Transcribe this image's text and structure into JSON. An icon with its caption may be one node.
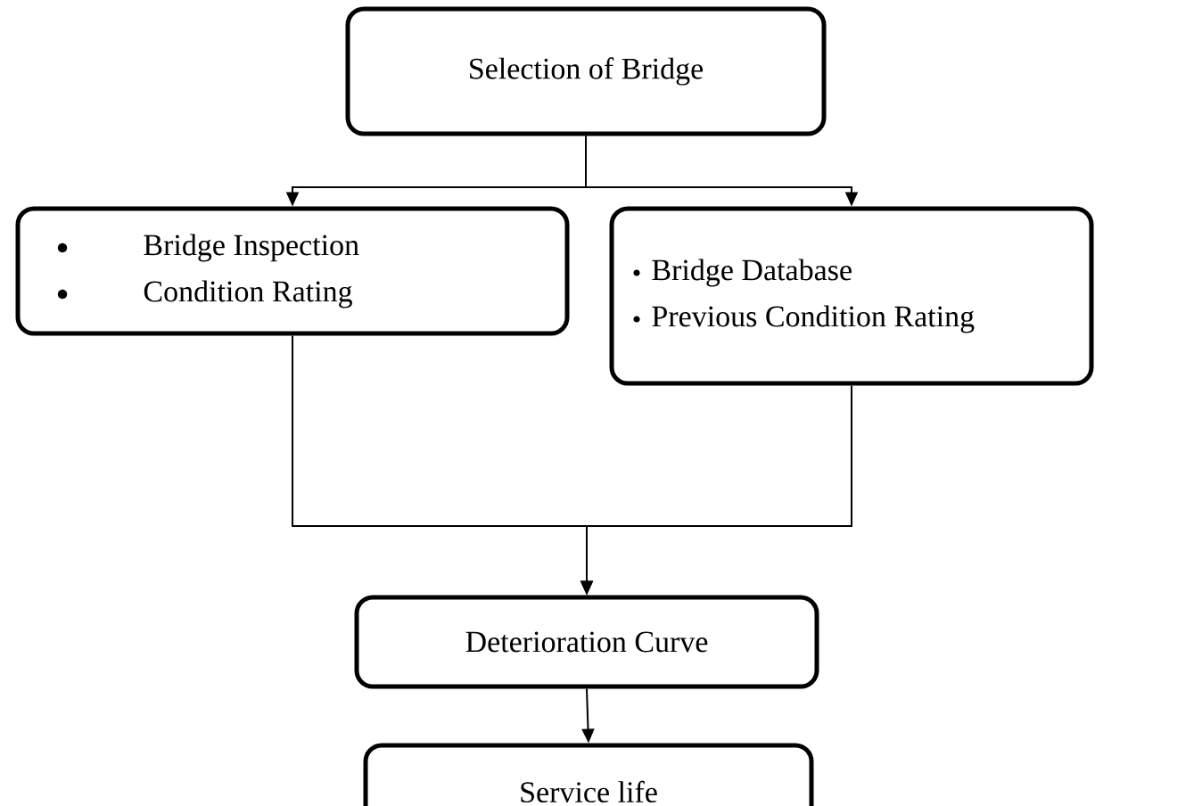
{
  "diagram": {
    "nodes": [
      {
        "text": [
          "Selection of Bridge"
        ]
      },
      {
        "text": [
          "Bridge Inspection",
          "Condition Rating"
        ]
      },
      {
        "text": [
          "Bridge Database",
          "Previous Condition Rating"
        ]
      },
      {
        "text": [
          "Deterioration Curve"
        ]
      },
      {
        "text": [
          "Service life"
        ]
      }
    ],
    "edges": [
      {
        "from": 0,
        "to": 1,
        "arrow": "to"
      },
      {
        "from": 0,
        "to": 2,
        "arrow": "to"
      },
      {
        "from": 1,
        "to": 3,
        "arrow": "to"
      },
      {
        "from": 2,
        "to": 3,
        "arrow": "to"
      },
      {
        "from": 3,
        "to": 4,
        "arrow": "to"
      }
    ]
  }
}
